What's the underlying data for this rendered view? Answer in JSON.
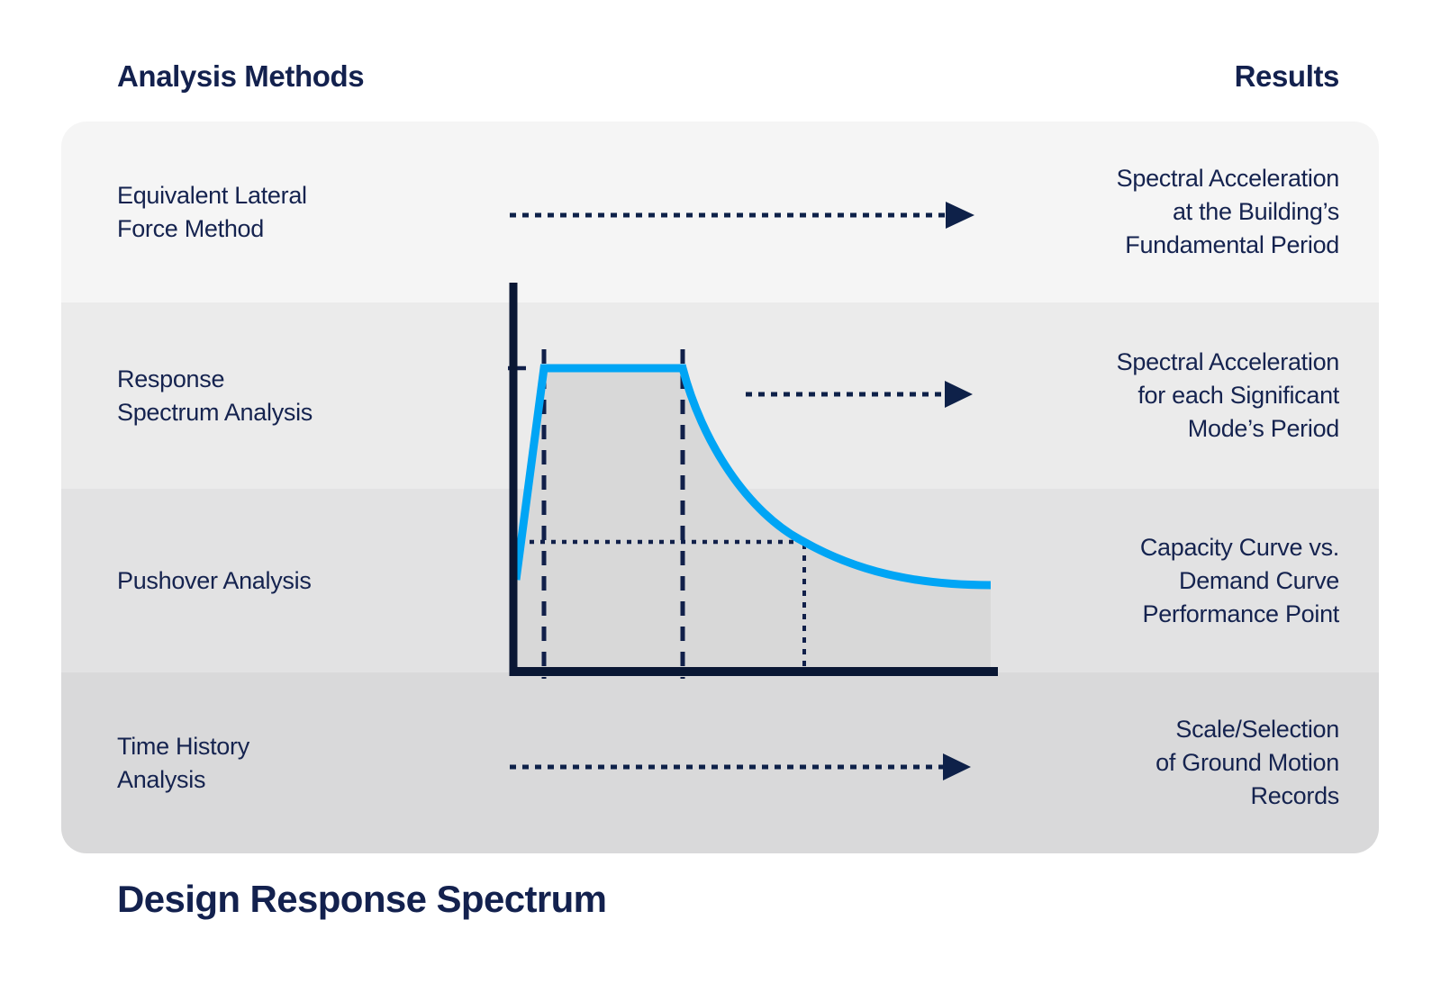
{
  "header": {
    "analysis_methods": "Analysis Methods",
    "results": "Results"
  },
  "rows": [
    {
      "method": "Equivalent Lateral\nForce Method",
      "result": "Spectral Acceleration\nat the Building’s\nFundamental Period",
      "connector": "dashed-arrow"
    },
    {
      "method": "Response\nSpectrum Analysis",
      "result": "Spectral Acceleration\nfor each Significant\nMode’s Period",
      "connector": "dashed-arrow"
    },
    {
      "method": "Pushover Analysis",
      "result": "Capacity Curve vs.\nDemand Curve\nPerformance Point",
      "connector": "spectrum-chart"
    },
    {
      "method": "Time History\nAnalysis",
      "result": "Scale/Selection\nof Ground Motion\nRecords",
      "connector": "dashed-arrow"
    }
  ],
  "caption": "Design Response Spectrum",
  "chart": {
    "name": "design-response-spectrum",
    "type": "curve-illustration",
    "description": "Spectral acceleration vs period: linear rise, constant plateau between two dashed period lines, hyperbolic decay; dotted guides project one point on the decay branch onto both axes; no numeric tick labels shown",
    "colors": {
      "curve": "#00a5f5",
      "axis": "#0a1734",
      "area_fill": "#d8d8d8",
      "guide_lines": "#11204a"
    }
  },
  "colors": {
    "text": "#15234f",
    "heading": "#13214e",
    "arrow": "#0e2149",
    "background": "#ffffff",
    "bands": [
      "#f5f5f5",
      "#ebebeb",
      "#e2e2e3",
      "#d9d9da"
    ]
  }
}
